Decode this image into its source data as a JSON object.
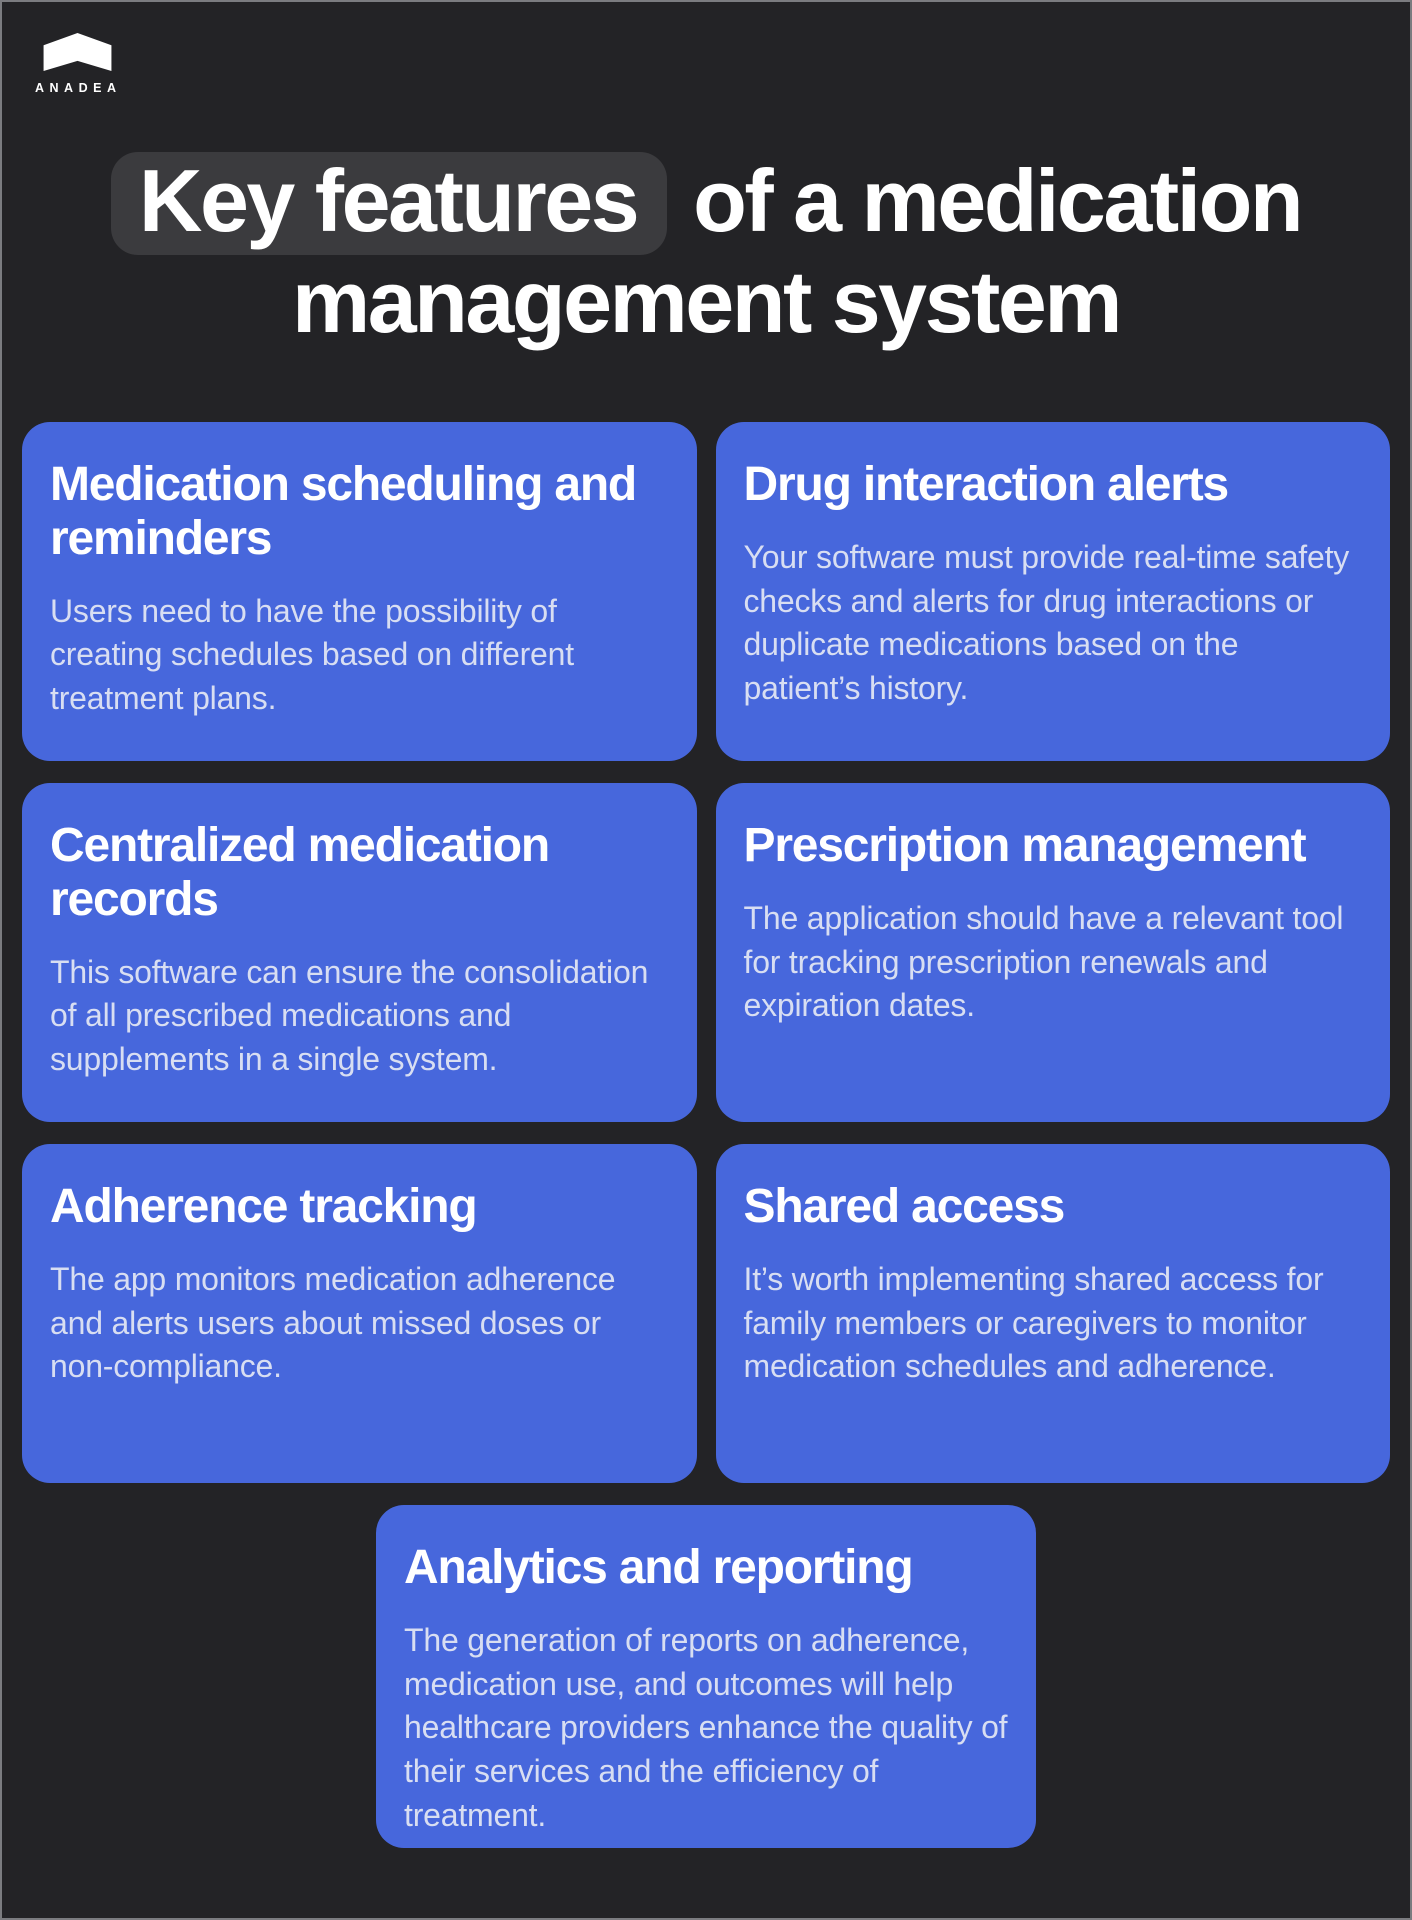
{
  "logo": {
    "brand": "ANADEA"
  },
  "title": {
    "highlight": "Key features",
    "rest_line1": "of a medication",
    "line2": "management system"
  },
  "colors": {
    "background": "#232326",
    "card_blue": "#4767DC",
    "card_title": "#FFFFFF",
    "card_body": "#D8DEF2",
    "highlight_bg": "#3B3B3E"
  },
  "cards": [
    {
      "title": "Medication scheduling and\nreminders",
      "body": "Users need to have the possibility of creating schedules based on different treatment plans."
    },
    {
      "title": "Drug interaction alerts",
      "body": "Your software must provide real-time safety checks and alerts for drug interactions or duplicate medications based on the patient’s history."
    },
    {
      "title": "Centralized medication\nrecords",
      "body": "This software can ensure the consolidation of all prescribed medications and supplements in a single system."
    },
    {
      "title": "Prescription management",
      "body": "The application should have a relevant tool for tracking prescription renewals and expiration dates."
    },
    {
      "title": "Adherence tracking",
      "body": "The app monitors medication adherence and alerts users about missed doses or non-compliance."
    },
    {
      "title": "Shared access",
      "body": "It’s worth implementing shared access for family members or caregivers to monitor medication schedules and adherence."
    },
    {
      "title": "Analytics and reporting",
      "body": "The generation of reports on adherence, medication use, and outcomes will help healthcare providers enhance the quality of their services and the efficiency of treatment."
    }
  ]
}
